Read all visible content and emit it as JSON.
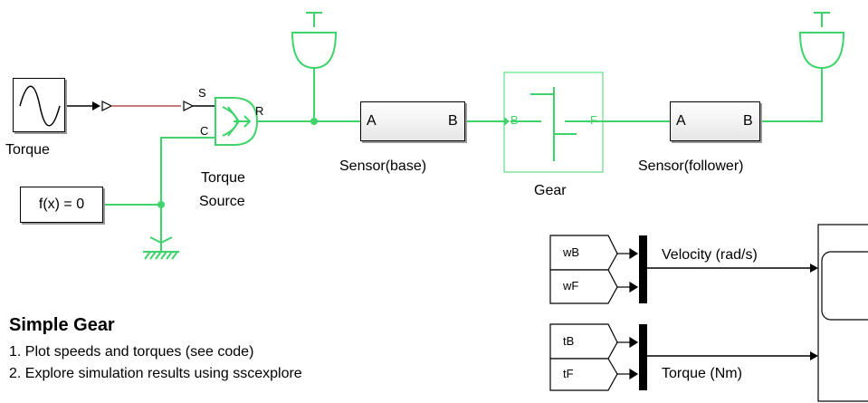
{
  "blocks": {
    "torque_source_block": "Torque",
    "torque_source_label": "Torque",
    "ideal_torque_source_line1": "Torque",
    "ideal_torque_source_line2": "Source",
    "port_s": "S",
    "port_c": "C",
    "port_r": "R",
    "constant": "f(x) = 0",
    "sensor_base": "Sensor(base)",
    "sensor_follower": "Sensor(follower)",
    "sensor_port_a": "A",
    "sensor_port_b": "B",
    "gear": "Gear",
    "gear_port_b": "B",
    "gear_port_f": "F",
    "from_wb": "wB",
    "from_wf": "wF",
    "from_tb": "tB",
    "from_tf": "tF",
    "signal_velocity": "Velocity (rad/s)",
    "signal_torque": "Torque (Nm)"
  },
  "notes": {
    "title": "Simple Gear",
    "item1": "1. Plot speeds and torques  (see code)",
    "item2": "2. Explore simulation results using sscexplore"
  },
  "colors": {
    "physical_line": "#3fd46b",
    "signal_line": "#000000",
    "ps_line": "#c47b7b"
  }
}
